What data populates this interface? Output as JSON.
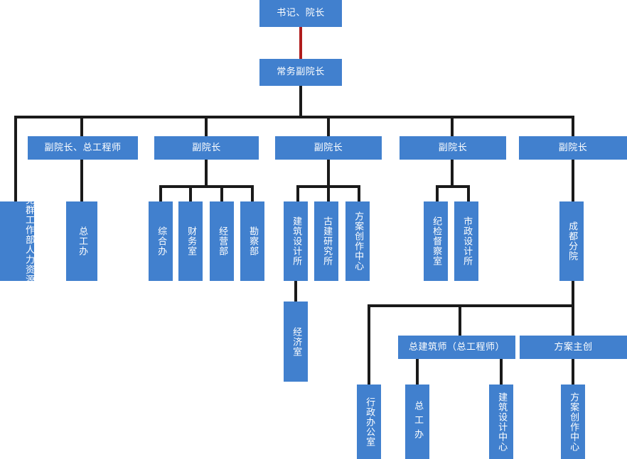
{
  "chart_data": {
    "type": "diagram",
    "title": "",
    "subtype": "organizational-chart",
    "orientation": "top-down",
    "colors": {
      "node_fill": "#4180CE",
      "node_text": "#ffffff",
      "connector": "#1a1a1a",
      "highlight_connector": "#B01C1C",
      "background": "#ffffff"
    },
    "nodes": [
      {
        "id": "n1",
        "label": "书记、院长",
        "level": 0,
        "orientation": "horizontal"
      },
      {
        "id": "n2",
        "label": "常务副院长",
        "level": 1,
        "orientation": "horizontal"
      },
      {
        "id": "n3",
        "label": "副院长、总工程师",
        "level": 2,
        "orientation": "horizontal"
      },
      {
        "id": "n4",
        "label": "副院长",
        "level": 2,
        "orientation": "horizontal"
      },
      {
        "id": "n5",
        "label": "副院长",
        "level": 2,
        "orientation": "horizontal"
      },
      {
        "id": "n6",
        "label": "副院长",
        "level": 2,
        "orientation": "horizontal"
      },
      {
        "id": "n7",
        "label": "副院长",
        "level": 2,
        "orientation": "horizontal"
      },
      {
        "id": "n8a",
        "label": "人力资源部",
        "level": 3,
        "orientation": "vertical"
      },
      {
        "id": "n8b",
        "label": "党群工作部",
        "level": 3,
        "orientation": "vertical"
      },
      {
        "id": "n9",
        "label": "总工办",
        "level": 3,
        "orientation": "vertical"
      },
      {
        "id": "n10",
        "label": "综合办",
        "level": 3,
        "orientation": "vertical"
      },
      {
        "id": "n11",
        "label": "财务室",
        "level": 3,
        "orientation": "vertical"
      },
      {
        "id": "n12",
        "label": "经营部",
        "level": 3,
        "orientation": "vertical"
      },
      {
        "id": "n13",
        "label": "勘察部",
        "level": 3,
        "orientation": "vertical"
      },
      {
        "id": "n14",
        "label": "建筑设计所",
        "level": 3,
        "orientation": "vertical"
      },
      {
        "id": "n15",
        "label": "古建研究所",
        "level": 3,
        "orientation": "vertical"
      },
      {
        "id": "n16",
        "label": "方案创作中心",
        "level": 3,
        "orientation": "vertical"
      },
      {
        "id": "n17",
        "label": "纪检督察室",
        "level": 3,
        "orientation": "vertical"
      },
      {
        "id": "n18",
        "label": "市政设计所",
        "level": 3,
        "orientation": "vertical"
      },
      {
        "id": "n19",
        "label": "成都分院",
        "level": 3,
        "orientation": "vertical"
      },
      {
        "id": "n20",
        "label": "经济室",
        "level": 4,
        "orientation": "vertical"
      },
      {
        "id": "n21",
        "label": "总建筑师（总工程师）",
        "level": 4,
        "orientation": "horizontal"
      },
      {
        "id": "n22",
        "label": "方案主创",
        "level": 4,
        "orientation": "horizontal"
      },
      {
        "id": "n23",
        "label": "行政办公室",
        "level": 5,
        "orientation": "vertical"
      },
      {
        "id": "n24",
        "label": "总 工 办",
        "level": 5,
        "orientation": "vertical"
      },
      {
        "id": "n25",
        "label": "建筑设计中心",
        "level": 5,
        "orientation": "vertical"
      },
      {
        "id": "n26",
        "label": "方案创作中心",
        "level": 5,
        "orientation": "vertical"
      }
    ],
    "edges": [
      {
        "from": "n1",
        "to": "n2",
        "style": "highlight"
      },
      {
        "from": "n2",
        "to": "n3",
        "style": "normal"
      },
      {
        "from": "n2",
        "to": "n4",
        "style": "normal"
      },
      {
        "from": "n2",
        "to": "n5",
        "style": "normal"
      },
      {
        "from": "n2",
        "to": "n6",
        "style": "normal"
      },
      {
        "from": "n2",
        "to": "n7",
        "style": "normal"
      },
      {
        "from": "n2",
        "to": "n8a",
        "style": "normal"
      },
      {
        "from": "n3",
        "to": "n9",
        "style": "normal"
      },
      {
        "from": "n4",
        "to": "n10",
        "style": "normal"
      },
      {
        "from": "n4",
        "to": "n11",
        "style": "normal"
      },
      {
        "from": "n4",
        "to": "n12",
        "style": "normal"
      },
      {
        "from": "n4",
        "to": "n13",
        "style": "normal"
      },
      {
        "from": "n5",
        "to": "n14",
        "style": "normal"
      },
      {
        "from": "n5",
        "to": "n15",
        "style": "normal"
      },
      {
        "from": "n5",
        "to": "n16",
        "style": "normal"
      },
      {
        "from": "n6",
        "to": "n17",
        "style": "normal"
      },
      {
        "from": "n6",
        "to": "n18",
        "style": "normal"
      },
      {
        "from": "n7",
        "to": "n19",
        "style": "normal"
      },
      {
        "from": "n14",
        "to": "n20",
        "style": "normal"
      },
      {
        "from": "n19",
        "to": "n23",
        "style": "normal"
      },
      {
        "from": "n19",
        "to": "n21",
        "style": "normal"
      },
      {
        "from": "n19",
        "to": "n22",
        "style": "normal"
      },
      {
        "from": "n21",
        "to": "n24",
        "style": "normal"
      },
      {
        "from": "n21",
        "to": "n25",
        "style": "normal"
      },
      {
        "from": "n22",
        "to": "n26",
        "style": "normal"
      }
    ]
  },
  "nodes": {
    "n1": "书记、院长",
    "n2": "常务副院长",
    "n3": "副院长、总工程师",
    "n4": "副院长",
    "n5": "副院长",
    "n6": "副院长",
    "n7": "副院长",
    "n8a": "人力资源部",
    "n8b": "党群工作部",
    "n9": "总工办",
    "n10": "综合办",
    "n11": "财务室",
    "n12": "经营部",
    "n13": "勘察部",
    "n14": "建筑设计所",
    "n15": "古建研究所",
    "n16": "方案创作中心",
    "n17": "纪检督察室",
    "n18": "市政设计所",
    "n19": "成都分院",
    "n20": "经济室",
    "n21": "总建筑师（总工程师）",
    "n22": "方案主创",
    "n23": "行政办公室",
    "n24": "总工办",
    "n25": "建筑设计中心",
    "n26": "方案创作中心"
  }
}
